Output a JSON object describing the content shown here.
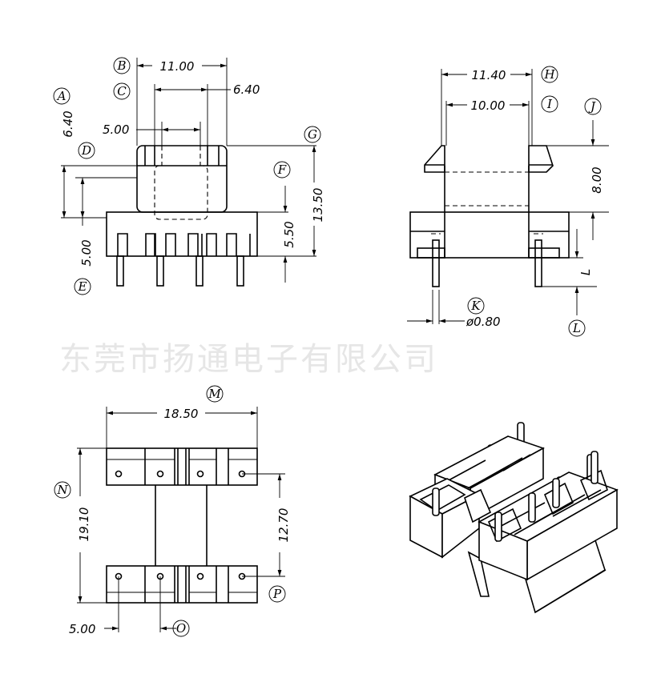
{
  "watermark": "东莞市扬通电子有限公司",
  "front_view": {
    "dims": {
      "width_top": "11.00",
      "inner": "6.40",
      "slot": "5.00",
      "flange": "6.40",
      "total_height": "13.50",
      "base_height": "5.50",
      "pin_pitch": "5.00"
    },
    "labels": {
      "a": "A",
      "b": "B",
      "c": "C",
      "d": "D",
      "e": "E",
      "f": "F",
      "g": "G"
    }
  },
  "side_view": {
    "dims": {
      "outer": "11.40",
      "inner": "10.00",
      "height": "8.00",
      "pin_dia": "ø0.80",
      "pin_len": "L"
    },
    "labels": {
      "h": "H",
      "i": "I",
      "j": "J",
      "k": "K",
      "l": "L"
    }
  },
  "bottom_view": {
    "dims": {
      "width": "18.50",
      "height": "19.10",
      "row_pitch": "12.70",
      "pin_pitch": "5.00"
    },
    "labels": {
      "m": "M",
      "n": "N",
      "o": "O",
      "p": "P"
    }
  }
}
